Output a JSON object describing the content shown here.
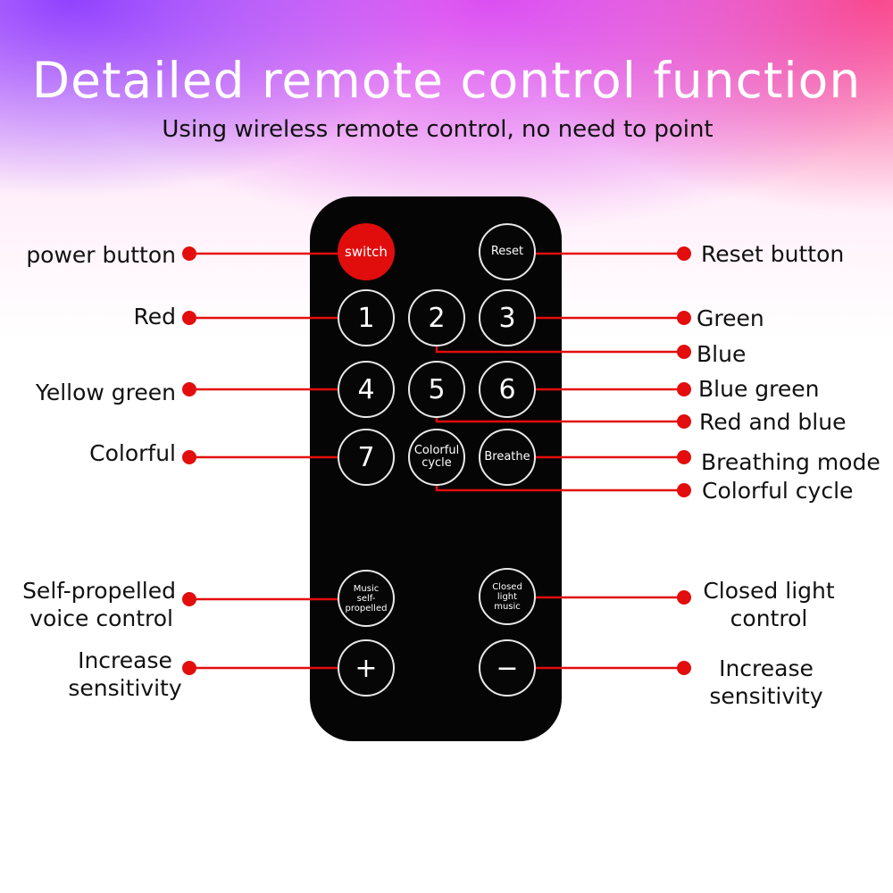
{
  "header": {
    "title": "Detailed remote control function",
    "subtitle": "Using wireless remote control, no need to point"
  },
  "remote": {
    "buttons": {
      "switch": "switch",
      "reset": "Reset",
      "b1": "1",
      "b2": "2",
      "b3": "3",
      "b4": "4",
      "b5": "5",
      "b6": "6",
      "b7": "7",
      "colorful_cycle": "Colorful cycle",
      "breathe": "Breathe",
      "music_self_propelled": "Music self-propelled",
      "closed_light_music": "Closed light music",
      "plus": "+",
      "minus": "−"
    }
  },
  "labels": {
    "power_button": "power button",
    "reset_button": "Reset button",
    "red": "Red",
    "green": "Green",
    "blue": "Blue",
    "yellow_green": "Yellow green",
    "blue_green": "Blue green",
    "red_and_blue": "Red and blue",
    "colorful": "Colorful",
    "breathing_mode": "Breathing mode",
    "colorful_cycle": "Colorful cycle",
    "self_propelled_1": "Self-propelled",
    "self_propelled_2": "voice control",
    "closed_light_1": "Closed light",
    "closed_light_2": "control",
    "increase_left_1": "Increase",
    "increase_left_2": "sensitivity",
    "increase_right_1": "Increase",
    "increase_right_2": "sensitivity"
  },
  "colors": {
    "accent_red": "#e30d0d",
    "remote_body": "#050505"
  }
}
